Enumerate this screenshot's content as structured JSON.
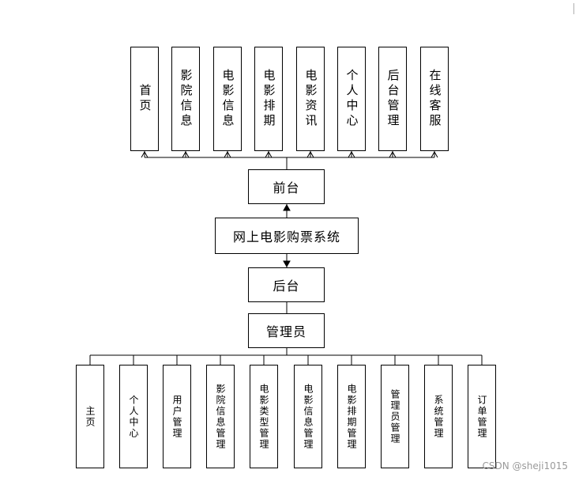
{
  "front_modules": [
    "首页",
    "影院信息",
    "电影信息",
    "电影排期",
    "电影资讯",
    "个人中心",
    "后台管理",
    "在线客服"
  ],
  "front_label": "前台",
  "system_label": "网上电影购票系统",
  "back_label": "后台",
  "admin_label": "管理员",
  "admin_modules": [
    "主页",
    "个人中心",
    "用户管理",
    "影院信息管理",
    "电影类型管理",
    "电影信息管理",
    "电影排期管理",
    "管理员管理",
    "系统管理",
    "订单管理"
  ],
  "watermark": "CSDN @sheji1015"
}
